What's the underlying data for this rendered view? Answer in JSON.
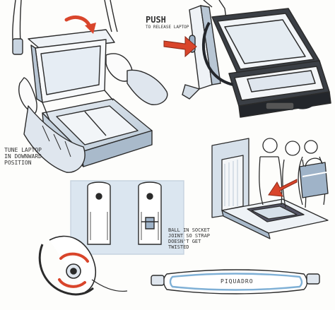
{
  "notes": {
    "push_title": "PUSH",
    "push_sub": "TO RELEASE LAPTOP",
    "laptop_note": [
      "TUNE LAPTOP",
      "IN DOWNWARD",
      "POSITION"
    ],
    "ball_note": [
      "BALL IN SOCKET",
      "JOINT SO STRAP",
      "DOESN'T GET",
      "TWISTED"
    ],
    "brand": "PIQUADRO"
  },
  "colors": {
    "ink": "#2b2b2b",
    "shade": "#9fb3c8",
    "shade_light": "#d6e0ea",
    "accent": "#d9452b",
    "strap_blue": "#7fb0d6"
  }
}
